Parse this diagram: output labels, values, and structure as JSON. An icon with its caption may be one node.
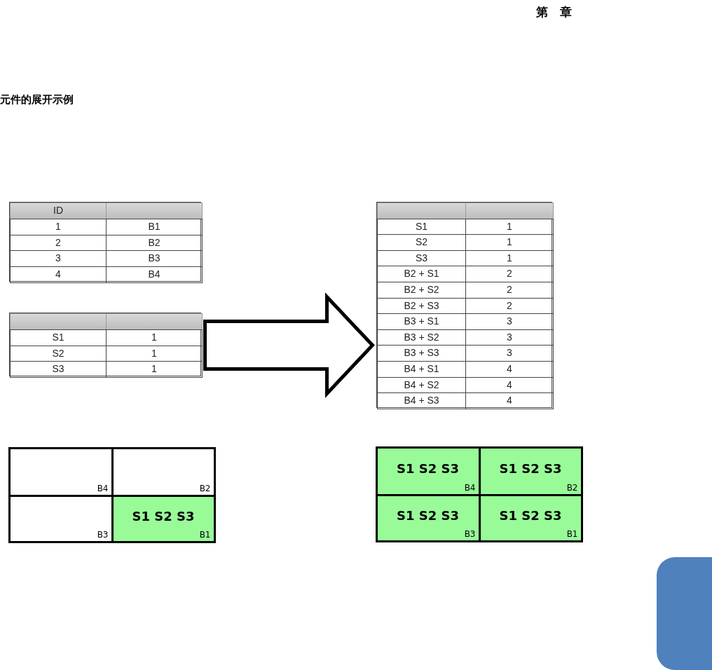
{
  "diagram": {
    "title": "元件的展开示例",
    "nodes": [
      {
        "text": [],
        "shape": "box"
      },
      {
        "text": [],
        "shape": "box"
      },
      {
        "text": [],
        "shape": "box"
      },
      {
        "text": [
          "B4"
        ]
      },
      {
        "text": [
          "B2"
        ]
      },
      {
        "text": [
          "B3"
        ]
      },
      {
        "text": [
          "S1 S2 S3",
          "B1"
        ]
      },
      {
        "text": [
          "S1 S2 S3",
          "B4"
        ]
      },
      {
        "text": [
          "S1 S2 S3",
          "B2"
        ]
      },
      {
        "text": [
          "S1 S2 S3",
          "B3"
        ]
      },
      {
        "text": [
          "S1 S2 S3",
          "B1"
        ]
      }
    ],
    "edges": [
      {
        "from": 1,
        "to": 2,
        "arrow": "to",
        "style": "thick"
      }
    ],
    "labels": [
      "第　章",
      "ID",
      "1",
      "B1",
      "2",
      "B2",
      "3",
      "B3",
      "4",
      "B4",
      "S1",
      "1",
      "S2",
      "1",
      "S3",
      "1",
      "S1",
      "1",
      "S2",
      "1",
      "S3",
      "1",
      "B2 + S1",
      "2",
      "B2 + S2",
      "2",
      "B2 + S3",
      "2",
      "B3 + S1",
      "3",
      "B3 + S2",
      "3",
      "B3 + S3",
      "3",
      "B4 + S1",
      "4",
      "B4 + S2",
      "4",
      "B4 + S3",
      "4"
    ]
  }
}
